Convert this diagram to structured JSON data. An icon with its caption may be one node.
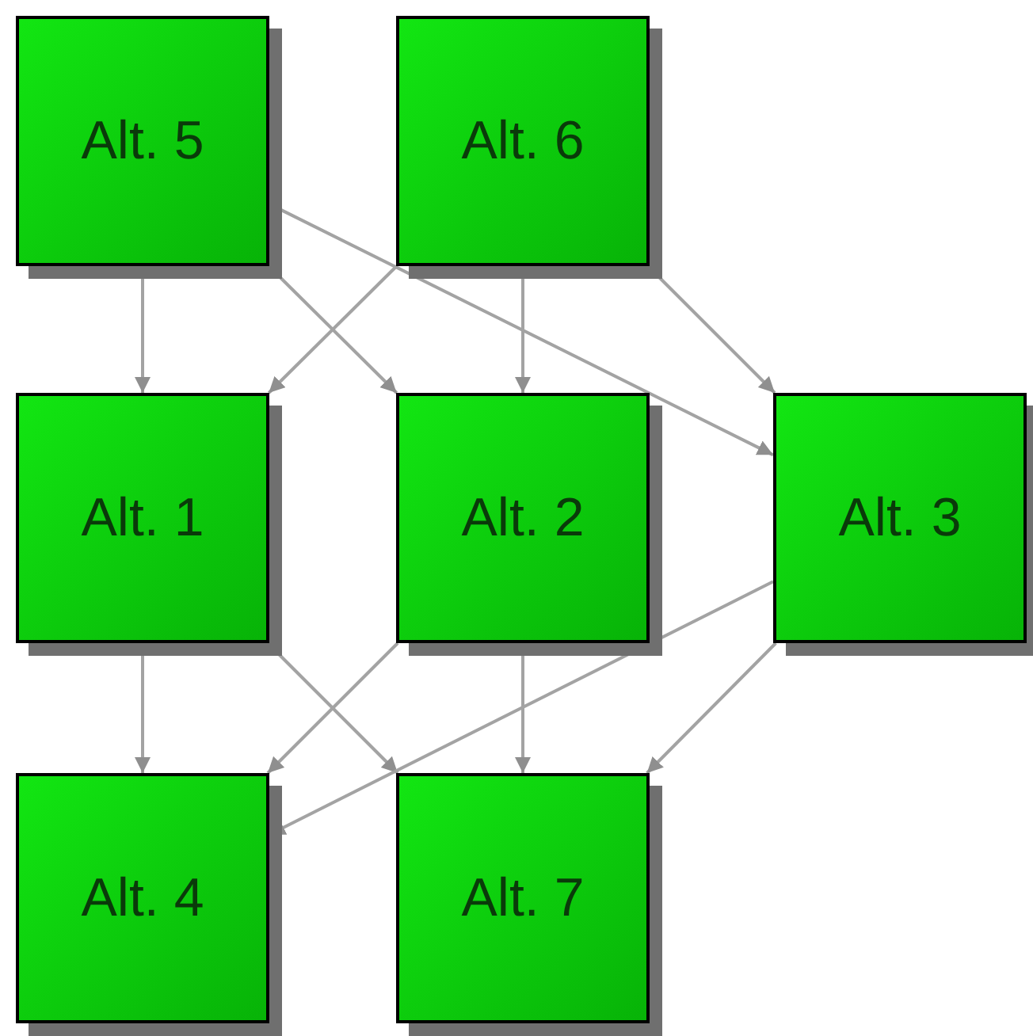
{
  "diagram": {
    "nodes": [
      {
        "text": [
          "Alt. 5"
        ]
      },
      {
        "text": [
          "Alt. 6"
        ]
      },
      {
        "text": [
          "Alt. 1"
        ]
      },
      {
        "text": [
          "Alt. 2"
        ]
      },
      {
        "text": [
          "Alt. 3"
        ]
      },
      {
        "text": [
          "Alt. 4"
        ]
      },
      {
        "text": [
          "Alt. 7"
        ]
      }
    ],
    "edges": [
      {
        "from": 0,
        "to": 2,
        "arrow": "to"
      },
      {
        "from": 0,
        "to": 3,
        "arrow": "to"
      },
      {
        "from": 0,
        "to": 4,
        "arrow": "to"
      },
      {
        "from": 1,
        "to": 2,
        "arrow": "to"
      },
      {
        "from": 1,
        "to": 3,
        "arrow": "to"
      },
      {
        "from": 1,
        "to": 4,
        "arrow": "to"
      },
      {
        "from": 2,
        "to": 5,
        "arrow": "to"
      },
      {
        "from": 2,
        "to": 6,
        "arrow": "to"
      },
      {
        "from": 3,
        "to": 5,
        "arrow": "to"
      },
      {
        "from": 3,
        "to": 6,
        "arrow": "to"
      },
      {
        "from": 4,
        "to": 6,
        "arrow": "to"
      },
      {
        "from": 4,
        "to": 5,
        "arrow": "to"
      }
    ]
  }
}
